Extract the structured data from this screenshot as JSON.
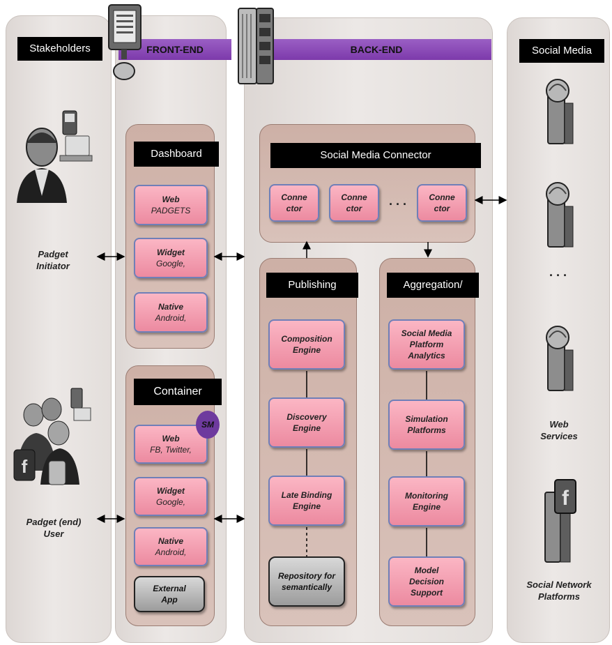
{
  "headers": {
    "stakeholders": "Stakeholders",
    "front_end": "FRONT-END",
    "back_end": "BACK-END",
    "social_media": "Social Media"
  },
  "actors": {
    "initiator": "Padget Initiator",
    "end_user": "Padget (end) User"
  },
  "front_end": {
    "dashboard": {
      "title": "Dashboard",
      "items": [
        {
          "bold": "Web",
          "sub": "PADGETS"
        },
        {
          "bold": "Widget",
          "sub": "Google,"
        },
        {
          "bold": "Native",
          "sub": "Android,"
        }
      ]
    },
    "container": {
      "title": "Container",
      "badge": "SM",
      "items": [
        {
          "bold": "Web",
          "sub": "FB, Twitter,"
        },
        {
          "bold": "Widget",
          "sub": "Google,"
        },
        {
          "bold": "Native",
          "sub": "Android,"
        }
      ],
      "external": "External App"
    }
  },
  "back_end": {
    "connector": {
      "title": "Social Media Connector",
      "boxes": [
        "Conne ctor",
        "Conne ctor",
        "Conne ctor"
      ],
      "ellipsis": ". . ."
    },
    "publishing": {
      "title": "Publishing",
      "boxes": [
        "Composition Engine",
        "Discovery Engine",
        "Late Binding Engine"
      ],
      "repository": "Repository for semantically"
    },
    "aggregation": {
      "title": "Aggregation/",
      "boxes": [
        "Social Media Platform Analytics",
        "Simulation Platforms",
        "Monitoring Engine",
        "Model Decision Support"
      ]
    }
  },
  "social_media": {
    "web_services": "Web Services",
    "ellipsis": ". . .",
    "social_network": "Social Network Platforms"
  }
}
